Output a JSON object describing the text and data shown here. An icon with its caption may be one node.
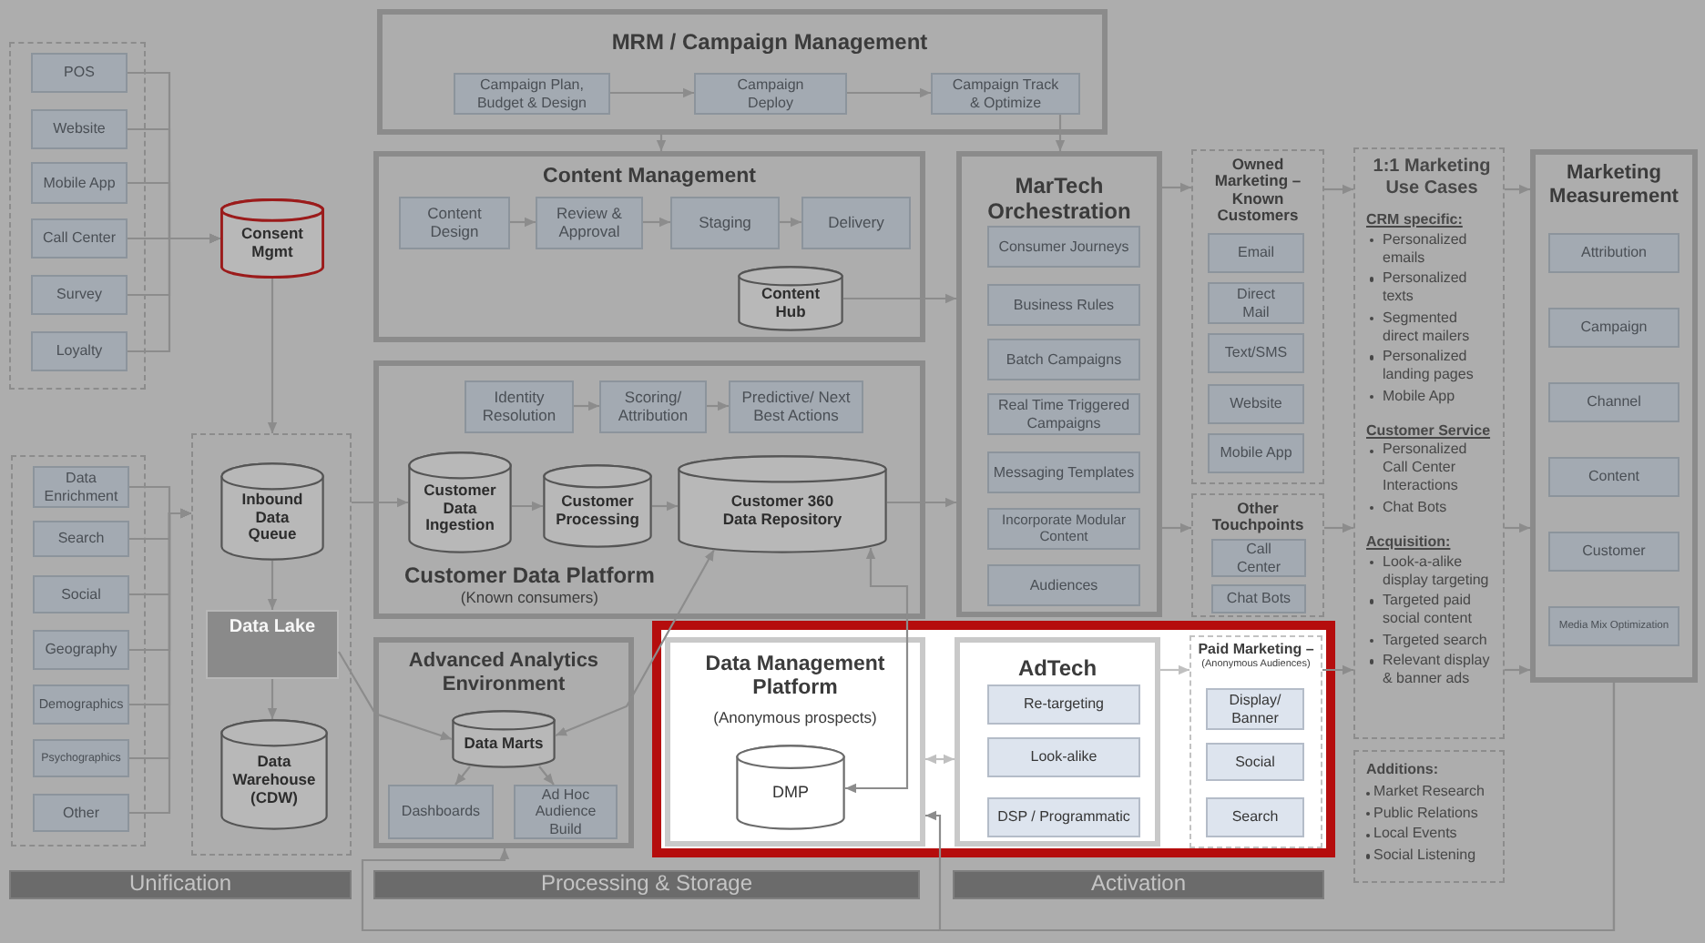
{
  "diagram": {
    "nodes": [
      {
        "text": [],
        "shape": "box"
      },
      {
        "text": [
          "POS"
        ],
        "in": 0
      },
      {
        "text": [
          "Website"
        ],
        "in": 0
      },
      {
        "text": [
          "Mobile App"
        ],
        "in": 0
      },
      {
        "text": [
          "Call Center"
        ],
        "in": 0
      },
      {
        "text": [
          "Survey"
        ],
        "in": 0
      },
      {
        "text": [
          "Loyalty"
        ],
        "in": 0
      },
      {
        "text": [
          "Consent Mgmt"
        ]
      },
      {
        "text": [],
        "shape": "box"
      },
      {
        "text": [
          "Data Enrichment"
        ],
        "in": 8
      },
      {
        "text": [
          "Search"
        ],
        "in": 8
      },
      {
        "text": [
          "Social"
        ],
        "in": 8
      },
      {
        "text": [
          "Geography"
        ],
        "in": 8
      },
      {
        "text": [
          "Demographics"
        ],
        "in": 8
      },
      {
        "text": [
          "Psychographics"
        ],
        "in": 8
      },
      {
        "text": [
          "Other"
        ],
        "in": 8
      },
      {
        "text": [],
        "shape": "box"
      },
      {
        "text": [
          "Inbound Data Queue"
        ],
        "in": 16
      },
      {
        "text": [
          "Data Lake"
        ],
        "in": 16
      },
      {
        "text": [
          "Data Warehouse (CDW)"
        ],
        "in": 16
      },
      {
        "text": [
          "MRM / Campaign Management"
        ]
      },
      {
        "text": [
          "Campaign Plan, Budget & Design"
        ],
        "in": 20
      },
      {
        "text": [
          "Campaign Deploy"
        ],
        "in": 20
      },
      {
        "text": [
          "Campaign Track & Optimize"
        ],
        "in": 20
      },
      {
        "text": [
          "Content Management"
        ]
      },
      {
        "text": [
          "Content Design"
        ],
        "in": 24
      },
      {
        "text": [
          "Review & Approval"
        ],
        "in": 24
      },
      {
        "text": [
          "Staging"
        ],
        "in": 24
      },
      {
        "text": [
          "Delivery"
        ],
        "in": 24
      },
      {
        "text": [
          "Content Hub"
        ],
        "in": 24
      },
      {
        "text": [
          "Customer Data Platform",
          "(Known consumers)"
        ]
      },
      {
        "text": [
          "Identity Resolution"
        ],
        "in": 30
      },
      {
        "text": [
          "Scoring/ Attribution"
        ],
        "in": 30
      },
      {
        "text": [
          "Predictive/ Next Best Actions"
        ],
        "in": 30
      },
      {
        "text": [
          "Customer Data Ingestion"
        ],
        "in": 30
      },
      {
        "text": [
          "Customer Processing"
        ],
        "in": 30
      },
      {
        "text": [
          "Customer 360 Data Repository"
        ],
        "in": 30
      },
      {
        "text": [
          "Advanced Analytics Environment"
        ]
      },
      {
        "text": [
          "Data Marts"
        ],
        "in": 37
      },
      {
        "text": [
          "Dashboards"
        ],
        "in": 37
      },
      {
        "text": [
          "Ad Hoc Audience Build"
        ],
        "in": 37
      },
      {
        "text": [],
        "shape": "box"
      },
      {
        "text": [
          "Data Management Platform",
          "(Anonymous prospects)"
        ],
        "in": 41
      },
      {
        "text": [
          "DMP"
        ],
        "in": 42
      },
      {
        "text": [
          "AdTech"
        ],
        "in": 41
      },
      {
        "text": [
          "Re-targeting"
        ],
        "in": 44
      },
      {
        "text": [
          "Look-alike"
        ],
        "in": 44
      },
      {
        "text": [
          "DSP / Programmatic"
        ],
        "in": 44
      },
      {
        "text": [
          "Paid Marketing –",
          "(Anonymous Audiences)"
        ],
        "in": 41
      },
      {
        "text": [
          "Display/ Banner"
        ],
        "in": 48
      },
      {
        "text": [
          "Social"
        ],
        "in": 48
      },
      {
        "text": [
          "Search"
        ],
        "in": 48
      },
      {
        "text": [
          "MarTech Orchestration"
        ]
      },
      {
        "text": [
          "Consumer Journeys"
        ],
        "in": 52
      },
      {
        "text": [
          "Business Rules"
        ],
        "in": 52
      },
      {
        "text": [
          "Batch Campaigns"
        ],
        "in": 52
      },
      {
        "text": [
          "Real Time Triggered Campaigns"
        ],
        "in": 52
      },
      {
        "text": [
          "Messaging Templates"
        ],
        "in": 52
      },
      {
        "text": [
          "Incorporate Modular Content"
        ],
        "in": 52
      },
      {
        "text": [
          "Audiences"
        ],
        "in": 52
      },
      {
        "text": [
          "Owned Marketing – Known Customers"
        ]
      },
      {
        "text": [
          "Email"
        ],
        "in": 60
      },
      {
        "text": [
          "Direct Mail"
        ],
        "in": 60
      },
      {
        "text": [
          "Text/SMS"
        ],
        "in": 60
      },
      {
        "text": [
          "Website"
        ],
        "in": 60
      },
      {
        "text": [
          "Mobile App"
        ],
        "in": 60
      },
      {
        "text": [
          "Other Touchpoints"
        ]
      },
      {
        "text": [
          "Call Center"
        ],
        "in": 66
      },
      {
        "text": [
          "Chat Bots"
        ],
        "in": 66
      },
      {
        "text": [
          "1:1 Marketing Use Cases",
          "CRM specific:",
          "Personalized emails",
          "Personalized texts",
          "Segmented direct mailers",
          "Personalized landing pages",
          "Mobile App",
          "Customer Service",
          "Personalized Call Center Interactions",
          "Chat Bots",
          "Acquisition:",
          "Look-a-alike display targeting",
          "Targeted paid social content",
          "Targeted search",
          "Relevant display & banner ads"
        ]
      },
      {
        "text": [
          "Additions:",
          "Market Research",
          "Public Relations",
          "Local Events",
          "Social Listening"
        ]
      },
      {
        "text": [
          "Marketing Measurement"
        ]
      },
      {
        "text": [
          "Attribution"
        ],
        "in": 71
      },
      {
        "text": [
          "Campaign"
        ],
        "in": 71
      },
      {
        "text": [
          "Channel"
        ],
        "in": 71
      },
      {
        "text": [
          "Content"
        ],
        "in": 71
      },
      {
        "text": [
          "Customer"
        ],
        "in": 71
      },
      {
        "text": [
          "Media Mix Optimization"
        ],
        "in": 71
      },
      {
        "text": [
          "Unification"
        ]
      },
      {
        "text": [
          "Processing & Storage"
        ]
      },
      {
        "text": [
          "Activation"
        ]
      }
    ],
    "edges": [
      {
        "from": 1,
        "to": 7,
        "arrow": "to"
      },
      {
        "from": 2,
        "to": 7,
        "arrow": "to"
      },
      {
        "from": 3,
        "to": 7,
        "arrow": "to"
      },
      {
        "from": 4,
        "to": 7,
        "arrow": "to"
      },
      {
        "from": 5,
        "to": 7,
        "arrow": "to"
      },
      {
        "from": 6,
        "to": 7,
        "arrow": "to"
      },
      {
        "from": 7,
        "to": 16,
        "arrow": "to"
      },
      {
        "from": 9,
        "to": 16,
        "arrow": "to"
      },
      {
        "from": 10,
        "to": 16,
        "arrow": "to"
      },
      {
        "from": 11,
        "to": 16,
        "arrow": "to"
      },
      {
        "from": 12,
        "to": 16,
        "arrow": "to"
      },
      {
        "from": 13,
        "to": 16,
        "arrow": "to"
      },
      {
        "from": 14,
        "to": 16,
        "arrow": "to"
      },
      {
        "from": 15,
        "to": 16,
        "arrow": "to"
      },
      {
        "from": 17,
        "to": 18,
        "arrow": "to"
      },
      {
        "from": 18,
        "to": 19,
        "arrow": "to"
      },
      {
        "from": 16,
        "to": 34,
        "arrow": "to"
      },
      {
        "from": 18,
        "to": 38,
        "arrow": "to"
      },
      {
        "from": 36,
        "to": 38,
        "arrow": "both"
      },
      {
        "from": 36,
        "to": 43,
        "arrow": "both"
      },
      {
        "from": 38,
        "to": 39,
        "arrow": "to"
      },
      {
        "from": 38,
        "to": 40,
        "arrow": "to"
      },
      {
        "from": 42,
        "to": 44,
        "arrow": "both",
        "color": "#c0c0c0"
      },
      {
        "from": 44,
        "to": 48,
        "arrow": "to",
        "color": "#c0c0c0"
      },
      {
        "from": 48,
        "to": 69,
        "arrow": "to"
      },
      {
        "from": 21,
        "to": 22,
        "arrow": "to"
      },
      {
        "from": 22,
        "to": 23,
        "arrow": "to"
      },
      {
        "from": 20,
        "to": 24,
        "arrow": "to"
      },
      {
        "from": 23,
        "to": 52,
        "arrow": "to"
      },
      {
        "from": 25,
        "to": 26,
        "arrow": "to"
      },
      {
        "from": 26,
        "to": 27,
        "arrow": "to"
      },
      {
        "from": 27,
        "to": 28,
        "arrow": "to"
      },
      {
        "from": 29,
        "to": 52,
        "arrow": "to"
      },
      {
        "from": 31,
        "to": 32,
        "arrow": "to"
      },
      {
        "from": 32,
        "to": 33,
        "arrow": "to"
      },
      {
        "from": 34,
        "to": 35,
        "arrow": "to"
      },
      {
        "from": 35,
        "to": 36,
        "arrow": "to"
      },
      {
        "from": 36,
        "to": 52,
        "arrow": "to"
      },
      {
        "from": 52,
        "to": 60,
        "arrow": "to"
      },
      {
        "from": 52,
        "to": 66,
        "arrow": "to"
      },
      {
        "from": 60,
        "to": 69,
        "arrow": "to"
      },
      {
        "from": 66,
        "to": 69,
        "arrow": "to"
      },
      {
        "from": 69,
        "to": 71,
        "arrow": "to"
      },
      {
        "from": 69,
        "to": 71,
        "arrow": "to"
      },
      {
        "from": 69,
        "to": 71,
        "arrow": "to"
      },
      {
        "from": 71,
        "to": 37,
        "arrow": "to"
      },
      {
        "from": 71,
        "to": 42,
        "arrow": "to"
      }
    ]
  }
}
